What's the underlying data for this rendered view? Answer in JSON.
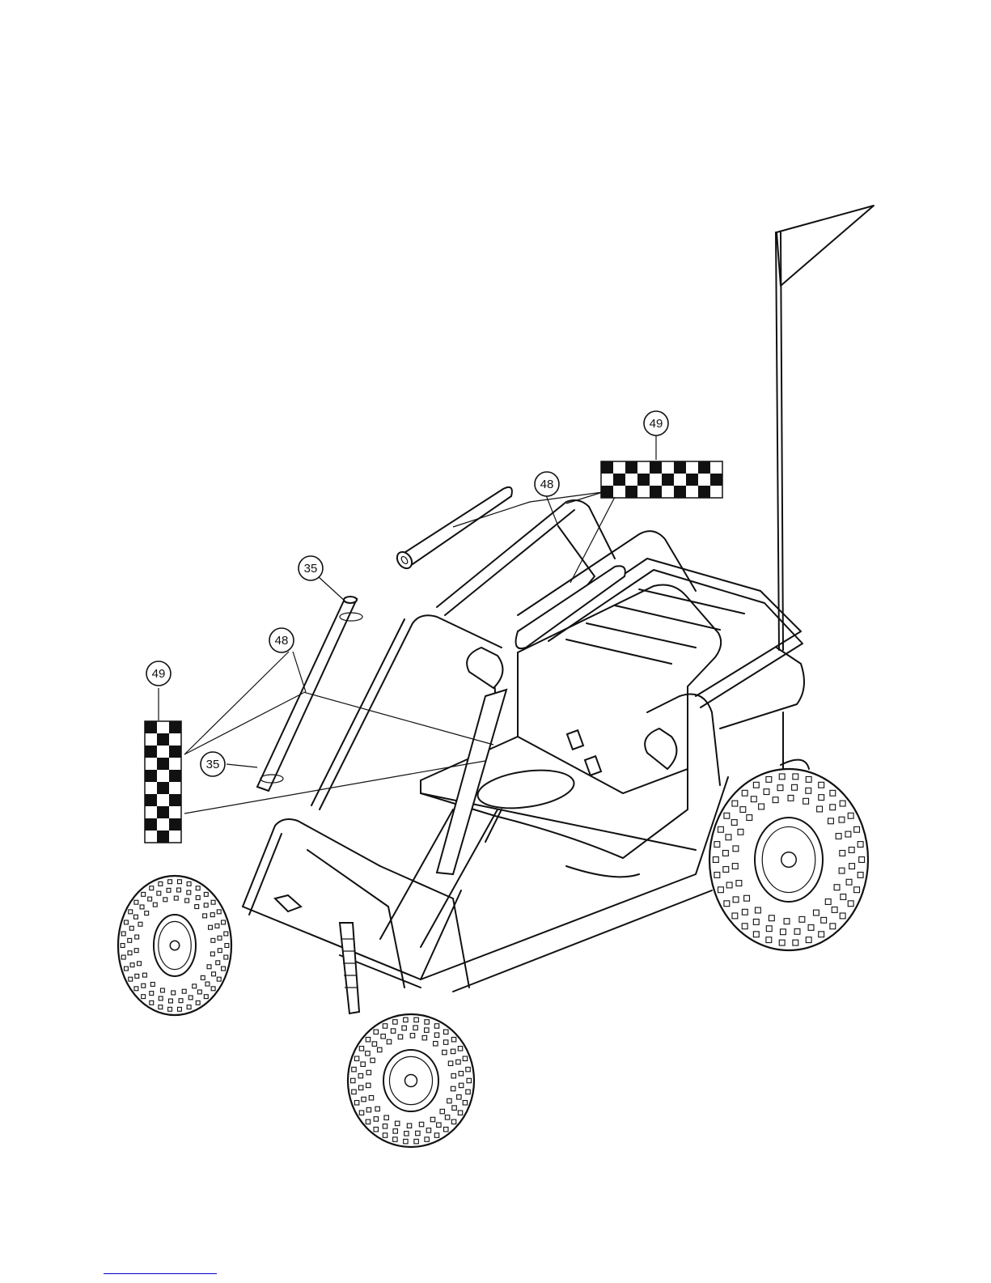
{
  "callouts": [
    {
      "id": "c49-top",
      "number": "49",
      "part": "checkered-decal-horizontal"
    },
    {
      "id": "c48-top",
      "number": "48",
      "part": "foam-roll-bar-pad"
    },
    {
      "id": "c35-top",
      "number": "35",
      "part": "flag-pole-clip-upper"
    },
    {
      "id": "c48-left",
      "number": "48",
      "part": "foam-roll-bar-pad"
    },
    {
      "id": "c49-left",
      "number": "49",
      "part": "checkered-decal-vertical"
    },
    {
      "id": "c35-bottom",
      "number": "35",
      "part": "flag-pole-clip-lower"
    }
  ],
  "colors": {
    "ink": "#111111",
    "paper": "#ffffff",
    "footer_rule": "#0000cc"
  }
}
